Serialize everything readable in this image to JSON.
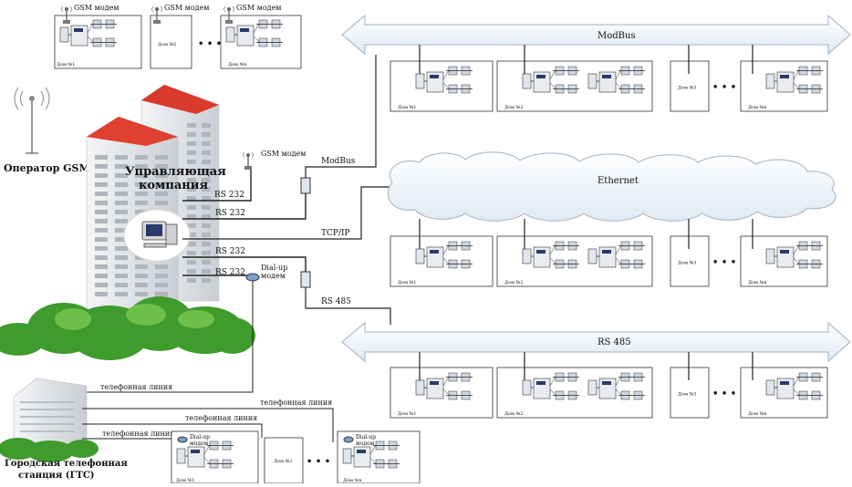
{
  "top_gsm": {
    "modem1": "GSM модем",
    "modem2": "GSM модем",
    "modem3": "GSM модем",
    "house1": "Дом №1",
    "house2": "Дом №2",
    "housen": "Дом №n",
    "dots": "• • •"
  },
  "operator": {
    "label": "Оператор GSM"
  },
  "company": {
    "line1": "Управляющая",
    "line2": "компания"
  },
  "company_modem": "GSM модем",
  "links": {
    "rs232_a": "RS 232",
    "rs232_b": "RS 232",
    "rs232_c": "RS 232",
    "rs232_d": "RS 232",
    "modbus": "ModBus",
    "tcpip": "TCP/IP",
    "rs485": "RS 485",
    "dialup_line1": "Dial-up",
    "dialup_line2": "модем"
  },
  "buses": {
    "modbus": "ModBus",
    "ethernet": "Ethernet",
    "rs485": "RS 485"
  },
  "bus_houses": {
    "h1": "Дом №1",
    "h2": "Дом №2",
    "h3": "Дом №3",
    "hn": "Дом №n",
    "dots": "• • •"
  },
  "phone": {
    "line1": "телефонная линия",
    "line2": "телефонная линия",
    "line3": "телефонная линия",
    "line4": "телефонная линия",
    "gts_line1": "Городская телефонная",
    "gts_line2": "станция (ГТС)"
  },
  "bottom_dialup": {
    "modem_line1": "Dial-up",
    "modem_line2": "модем",
    "house1": "Дом №1",
    "house2": "Дом №2",
    "housen": "Дом №n",
    "dots": "• • •"
  },
  "colors": {
    "bus_fill": "#eef5fb",
    "bus_stroke": "#9fb2c4",
    "roof": "#d93a2b",
    "building": "#e9ecef",
    "foliage": "#3e9b2c",
    "line": "#222222"
  }
}
